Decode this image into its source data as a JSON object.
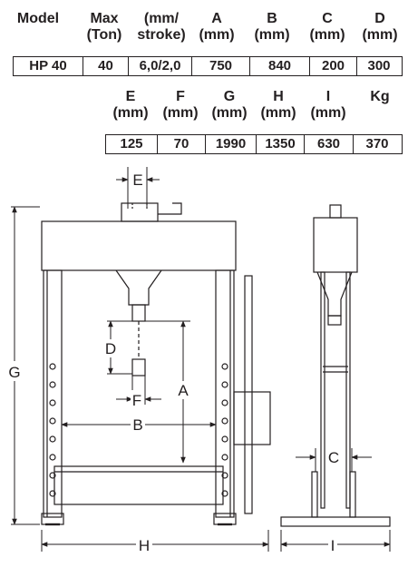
{
  "table1": {
    "headers": [
      {
        "line1": "Model",
        "line2": ""
      },
      {
        "line1": "Max",
        "line2": "(Ton)"
      },
      {
        "line1": "(mm/",
        "line2": "stroke)"
      },
      {
        "line1": "A",
        "line2": "(mm)"
      },
      {
        "line1": "B",
        "line2": "(mm)"
      },
      {
        "line1": "C",
        "line2": "(mm)"
      },
      {
        "line1": "D",
        "line2": "(mm)"
      }
    ],
    "values": [
      "HP 40",
      "40",
      "6,0/2,0",
      "750",
      "840",
      "200",
      "300"
    ]
  },
  "table2": {
    "headers": [
      {
        "line1": "E",
        "line2": "(mm)"
      },
      {
        "line1": "F",
        "line2": "(mm)"
      },
      {
        "line1": "G",
        "line2": "(mm)"
      },
      {
        "line1": "H",
        "line2": "(mm)"
      },
      {
        "line1": "I",
        "line2": "(mm)"
      },
      {
        "line1": "Kg",
        "line2": ""
      }
    ],
    "values": [
      "125",
      "70",
      "1990",
      "1350",
      "630",
      "370"
    ]
  },
  "diagram": {
    "labels": {
      "A": "A",
      "B": "B",
      "C": "C",
      "D": "D",
      "E": "E",
      "F": "F",
      "G": "G",
      "H": "H",
      "I": "I"
    }
  }
}
